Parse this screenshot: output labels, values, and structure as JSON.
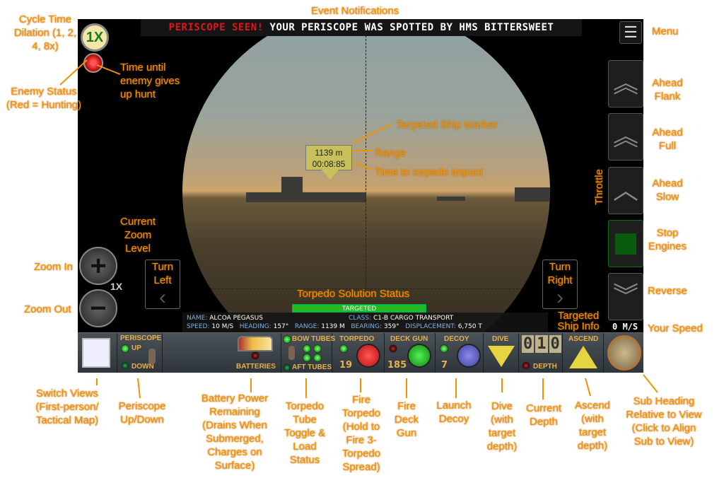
{
  "notification": {
    "alert": "PERISCOPE SEEN!",
    "message": "YOUR PERISCOPE WAS SPOTTED BY HMS BITTERSWEET"
  },
  "menu_icon": "hamburger-icon",
  "time_dilation": "1X",
  "zoom": {
    "in": "+",
    "out": "−",
    "level": "1X"
  },
  "turn": {
    "left": "‹",
    "right": "›"
  },
  "throttle": [
    "Ahead Flank",
    "Ahead Full",
    "Ahead Slow",
    "Stop Engines",
    "Reverse"
  ],
  "speed": "0 M/S",
  "target_marker": {
    "range": "1139 m",
    "time": "00:08:85"
  },
  "solution_status": "TARGETED",
  "ship_info": {
    "name_label": "NAME:",
    "name": "ALCOA PEGASUS",
    "class_label": "CLASS:",
    "class": "C1-B CARGO TRANSPORT",
    "speed_label": "SPEED:",
    "speed": "10 M/S",
    "heading_label": "HEADING:",
    "heading": "157°",
    "range_label": "RANGE:",
    "range": "1139 M",
    "bearing_label": "BEARING:",
    "bearing": "359°",
    "displacement_label": "DISPLACEMENT:",
    "displacement": "6,750 T"
  },
  "panel": {
    "periscope_up": "UP",
    "periscope_title": "PERISCOPE",
    "periscope_down": "DOWN",
    "batteries": "BATTERIES",
    "bow_tubes": "BOW TUBES",
    "aft_tubes": "AFT TUBES",
    "torpedo": "TORPEDO",
    "torpedo_count": "19",
    "deck_gun": "DECK GUN",
    "deck_gun_count": "185",
    "decoy": "DECOY",
    "decoy_count": "7",
    "dive": "DIVE",
    "depth_digits": [
      "0",
      "1",
      "0"
    ],
    "depth": "DEPTH",
    "ascend": "ASCEND"
  },
  "annotations": {
    "event": "Event Notifications",
    "menu": "Menu",
    "cycle": "Cycle Time Dilation (1, 2, 4, 8x)",
    "time_until": "Time until enemy gives up hunt",
    "enemy": "Enemy Status (Red = Hunting)",
    "marker": "Targeted Ship Marker",
    "range": "Range",
    "impact": "Time to torpedo impact",
    "throttle": "Throttle",
    "zoom_level": "Current Zoom Level",
    "zoom_in": "Zoom In",
    "zoom_out": "Zoom Out",
    "turn_left": "Turn Left",
    "turn_right": "Turn Right",
    "solution": "Torpedo Solution Status",
    "ship_info": "Targeted Ship Info",
    "ahead_flank": "Ahead Flank",
    "ahead_full": "Ahead Full",
    "ahead_slow": "Ahead Slow",
    "stop": "Stop Engines",
    "reverse": "Reverse",
    "your_speed": "Your Speed",
    "switch": "Switch Views (First-person/ Tactical Map)",
    "periscope": "Periscope Up/Down",
    "battery": "Battery Power Remaining (Drains When Submerged, Charges on Surface)",
    "tubes": "Torpedo Tube Toggle & Load Status",
    "fire": "Fire Torpedo (Hold to Fire 3-Torpedo Spread)",
    "deck": "Fire Deck Gun",
    "decoy": "Launch Decoy",
    "dive": "Dive (with target depth)",
    "depth": "Current Depth",
    "ascend": "Ascend (with target depth)",
    "heading": "Sub Heading Relative to View (Click to Align Sub to View)"
  }
}
